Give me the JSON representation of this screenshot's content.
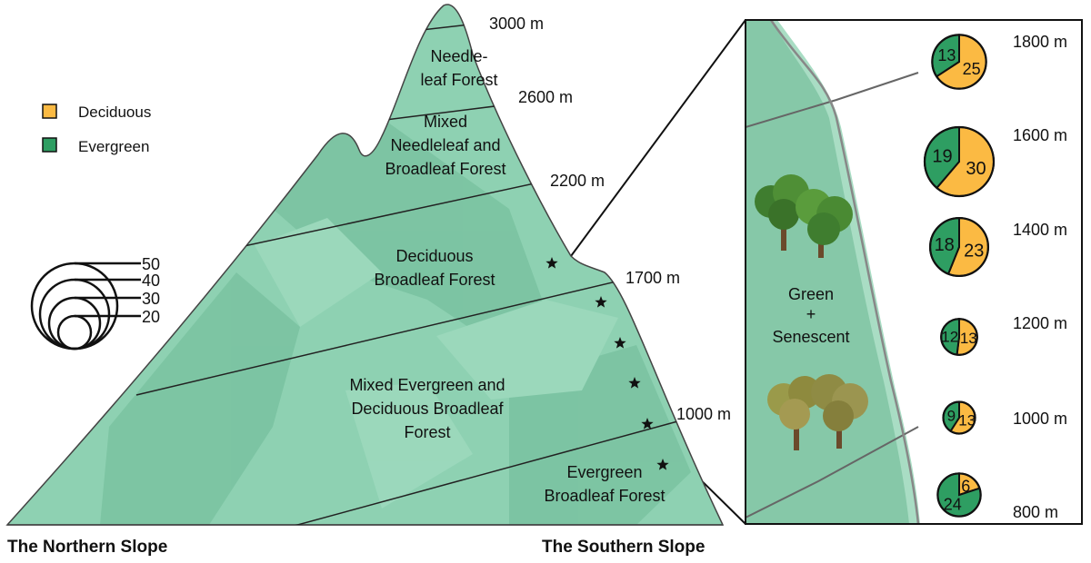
{
  "legend": {
    "items": [
      {
        "label": "Deciduous",
        "color": "#FBBA43"
      },
      {
        "label": "Evergreen",
        "color": "#2E9E62"
      }
    ],
    "size_scale": [
      "50",
      "40",
      "30",
      "20"
    ]
  },
  "colors": {
    "mountain": "#8ED1B2",
    "mountain_shade": "#6FBB98",
    "mountain_light": "#A6DEC4",
    "inset_bg": "#86C8A8",
    "inset_slope": "#A9DDC4",
    "deciduous": "#FBBA43",
    "evergreen": "#2E9E62"
  },
  "forest_zones": [
    {
      "lines": [
        "Needle-",
        "leaf Forest"
      ]
    },
    {
      "lines": [
        "Mixed",
        "Needleleaf and",
        "Broadleaf Forest"
      ]
    },
    {
      "lines": [
        "Deciduous",
        "Broadleaf Forest"
      ]
    },
    {
      "lines": [
        "Mixed Evergreen and",
        "Deciduous Broadleaf",
        "Forest"
      ]
    },
    {
      "lines": [
        "Evergreen",
        "Broadleaf Forest"
      ]
    }
  ],
  "altitude_labels": [
    "3000 m",
    "2600 m",
    "2200 m",
    "1700 m",
    "1000 m"
  ],
  "sample_sites": 6,
  "inset": {
    "label_lines": [
      "Green",
      "+",
      "Senescent"
    ],
    "chart_data": {
      "type": "pie",
      "series_names": [
        "Evergreen",
        "Deciduous"
      ],
      "sites": [
        {
          "altitude": "1800 m",
          "evergreen": 13,
          "deciduous": 25
        },
        {
          "altitude": "1600 m",
          "evergreen": 19,
          "deciduous": 30
        },
        {
          "altitude": "1400 m",
          "evergreen": 18,
          "deciduous": 23
        },
        {
          "altitude": "1200 m",
          "evergreen": 12,
          "deciduous": 13
        },
        {
          "altitude": "1000 m",
          "evergreen": 9,
          "deciduous": 13
        },
        {
          "altitude": "800 m",
          "evergreen": 24,
          "deciduous": 6
        }
      ]
    }
  },
  "captions": {
    "north": "The Northern Slope",
    "south": "The Southern Slope"
  }
}
